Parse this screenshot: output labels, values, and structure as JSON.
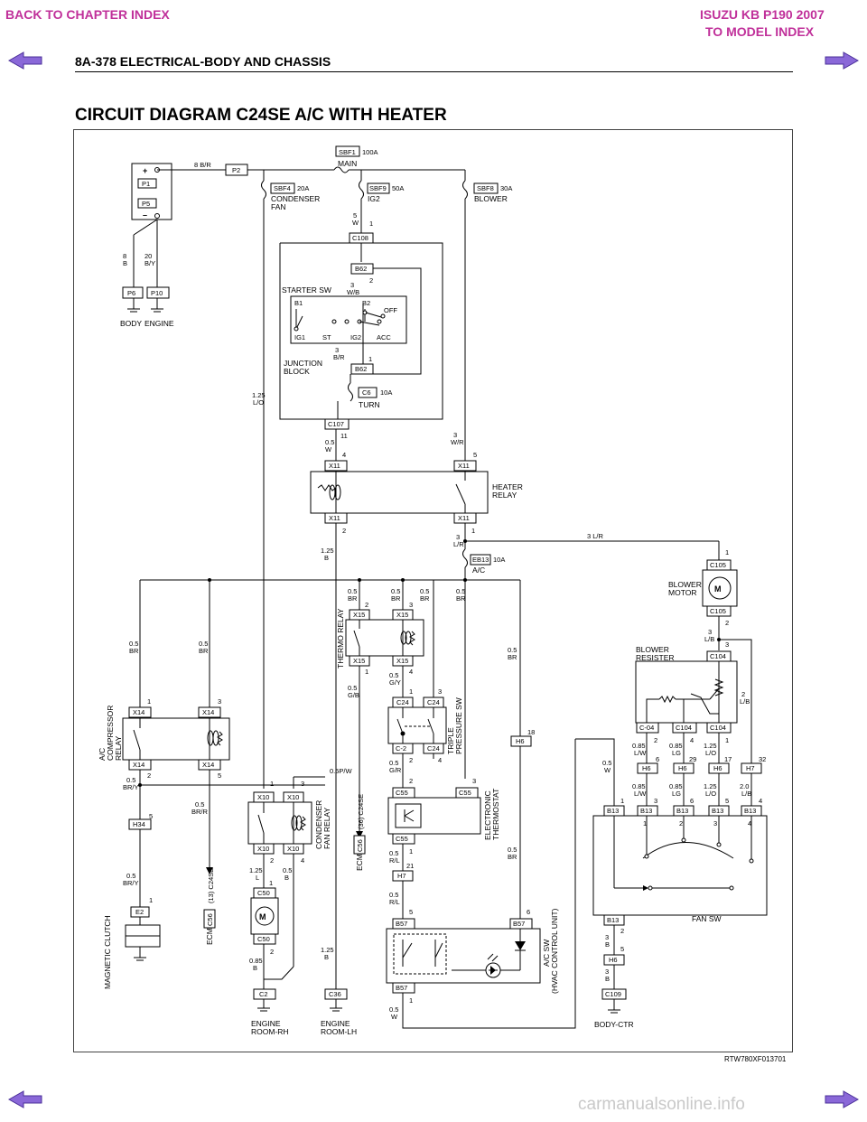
{
  "header": {
    "back_to_chapter": "BACK TO CHAPTER INDEX",
    "model_title": "ISUZU KB P190 2007",
    "to_model_index": "TO MODEL INDEX",
    "page_title": "8A-378  ELECTRICAL-BODY AND CHASSIS"
  },
  "diagram": {
    "title": "CIRCUIT DIAGRAM C24SE A/C WITH HEATER",
    "code": "RTW780XF013701"
  },
  "battery": {
    "plus": "+",
    "minus": "–",
    "p1": "P1",
    "p5": "P5",
    "p2": "P2",
    "p6": "P6",
    "p10": "P10",
    "wire_main": "8 B/R",
    "wire_left": "8\nB",
    "wire_right": "20\nB/Y",
    "body": "BODY",
    "engine": "ENGINE"
  },
  "fuses": {
    "sbf1": "SBF1",
    "sbf1_amp": "100A",
    "sbf1_name": "MAIN",
    "sbf4": "SBF4",
    "sbf4_amp": "20A",
    "sbf4_name1": "CONDENSER",
    "sbf4_name2": "FAN",
    "sbf9": "SBF9",
    "sbf9_amp": "50A",
    "sbf9_name": "IG2",
    "sbf8": "SBF8",
    "sbf8_amp": "30A",
    "sbf8_name": "BLOWER",
    "c6": "C6",
    "c6_amp": "10A",
    "c6_name": "TURN",
    "eb13": "EB13",
    "eb13_amp": "10A",
    "eb13_name": "A/C"
  },
  "junction": {
    "c108": "C108",
    "b62a": "B62",
    "b62b": "B62",
    "c107": "C107",
    "starter": "STARTER SW",
    "b1": "B1",
    "b2": "B2",
    "off": "OFF",
    "ig1": "IG1",
    "st": "ST",
    "ig2": "IG2",
    "acc": "ACC",
    "jb1": "JUNCTION",
    "jb2": "BLOCK",
    "w5": "5",
    "w5c": "W",
    "wb": "3",
    "wbc": "W/B",
    "br": "3",
    "brc": "B/R",
    "p1": "1",
    "p2": "2",
    "p1b": "1",
    "p11": "11"
  },
  "heater_relay": {
    "label1": "HEATER",
    "label2": "RELAY",
    "x11": "X11",
    "w05": "0.5",
    "w05c": "W",
    "w3": "3",
    "w3c": "W/R",
    "lr3": "3",
    "lr3c": "L/R",
    "lr_right": "3 L/R",
    "p4": "4",
    "p5": "5",
    "p2": "2",
    "p1": "1"
  },
  "wires": {
    "lo125": "1.25",
    "loc": "L/O",
    "b125": "1.25",
    "bc": "B",
    "br05": "0.5",
    "brc": "BR",
    "pw": "0.5P/W"
  },
  "thermo": {
    "label": "THERMO RELAY",
    "x15": "X15",
    "gb05": "0.5",
    "gbc": "G/B",
    "gy05": "0.5",
    "gyc": "G/Y",
    "p1": "1",
    "p2": "2",
    "p3": "3",
    "p4": "4"
  },
  "triple": {
    "label1": "TRIPLE",
    "label2": "PRESSURE SW",
    "c24": "C24",
    "c2": "C-2",
    "gr05": "0.5",
    "grc": "G/R",
    "p1": "1",
    "p2": "2",
    "p3": "3",
    "p4": "4"
  },
  "compressor": {
    "label1": "A/C",
    "label2": "COMPRESSOR",
    "label3": "RELAY",
    "x14": "X14",
    "bry05": "0.5",
    "bryc": "BR/Y",
    "brr05": "0.5",
    "brrc": "BR/R",
    "h34": "H34",
    "bry05b": "0.5",
    "brycb": "BR/Y",
    "e2": "E2",
    "clutch": "MAGNETIC CLUTCH",
    "ecm": "ECM",
    "c56": "C56",
    "ecm_pin": "(13) C24SE",
    "p1": "1",
    "p2": "2",
    "p3": "3",
    "p5": "5",
    "p5b": "5",
    "p1b": "1"
  },
  "condenser": {
    "label1": "CONDENSER",
    "label2": "FAN RELAY",
    "x10": "X10",
    "c50": "C50",
    "l125": "1.25",
    "lc": "L",
    "b05": "0.5",
    "b05c": "B",
    "b085": "0.85",
    "b085c": "B",
    "c2": "C2",
    "c36": "C36",
    "eng_rh1": "ENGINE",
    "eng_rh2": "ROOM-RH",
    "eng_lh1": "ENGINE",
    "eng_lh2": "ROOM-LH",
    "b125": "1.25",
    "b125c": "B",
    "ecm": "ECM",
    "c56": "C56",
    "ecm_pin": "(36) C24SE",
    "p1": "1",
    "p2": "2",
    "p3": "3",
    "p4": "4",
    "p1b": "1",
    "p2b": "2"
  },
  "thermostat": {
    "label1": "ELECTRONIC",
    "label2": "THERMOSTAT",
    "c55": "C55",
    "rl05": "0.5",
    "rlc": "R/L",
    "h7": "H7",
    "rl05b": "0.5",
    "rlcb": "R/L",
    "p2": "2",
    "p3": "3",
    "p1": "1",
    "p21": "21"
  },
  "acsw": {
    "label1": "A/C SW",
    "label2": "(HVAC CONTROL UNIT)",
    "b57": "B57",
    "w05": "0.5",
    "w05c": "W",
    "p5": "5",
    "p6": "6",
    "p1": "1",
    "br05": "0.5",
    "brc": "BR",
    "h6": "H6",
    "p18": "18"
  },
  "blower": {
    "label1": "BLOWER",
    "label2": "MOTOR",
    "c105": "C105",
    "lb3": "3",
    "lbc": "L/B",
    "p1": "1",
    "p2": "2"
  },
  "resister": {
    "label1": "BLOWER",
    "label2": "RESISTER",
    "c104": "C104",
    "c04": "C-04",
    "lb2": "2",
    "lbc": "L/B",
    "p3": "3",
    "p2": "2",
    "p4": "4",
    "p1": "1"
  },
  "fansw": {
    "label": "FAN SW",
    "b13": "B13",
    "h6": "H6",
    "h7": "H7",
    "c109": "C109",
    "body": "BODY-CTR",
    "w05": "0.5",
    "w05c": "W",
    "w1": "0.85",
    "w1c": "L/W",
    "w2": "0.85",
    "w2c": "LG",
    "w3": "1.25",
    "w3c": "L/O",
    "w1b": "0.85",
    "w1bc": "L/W",
    "w2b": "0.85",
    "w2bc": "LG",
    "w3b": "1.25",
    "w3bc": "L/O",
    "w4b": "2.0",
    "w4bc": "L/B",
    "b3": "3",
    "b3c": "B",
    "b3b": "3",
    "b3bc": "B",
    "p6": "6",
    "p29": "29",
    "p17": "17",
    "p32": "32",
    "p1": "1",
    "p3": "3",
    "p6b": "6",
    "p5": "5",
    "p4": "4",
    "s1": "1",
    "s2": "2",
    "s3": "3",
    "s4": "4",
    "p2": "2",
    "p5b": "5"
  },
  "watermark": "carmanualsonline.info"
}
